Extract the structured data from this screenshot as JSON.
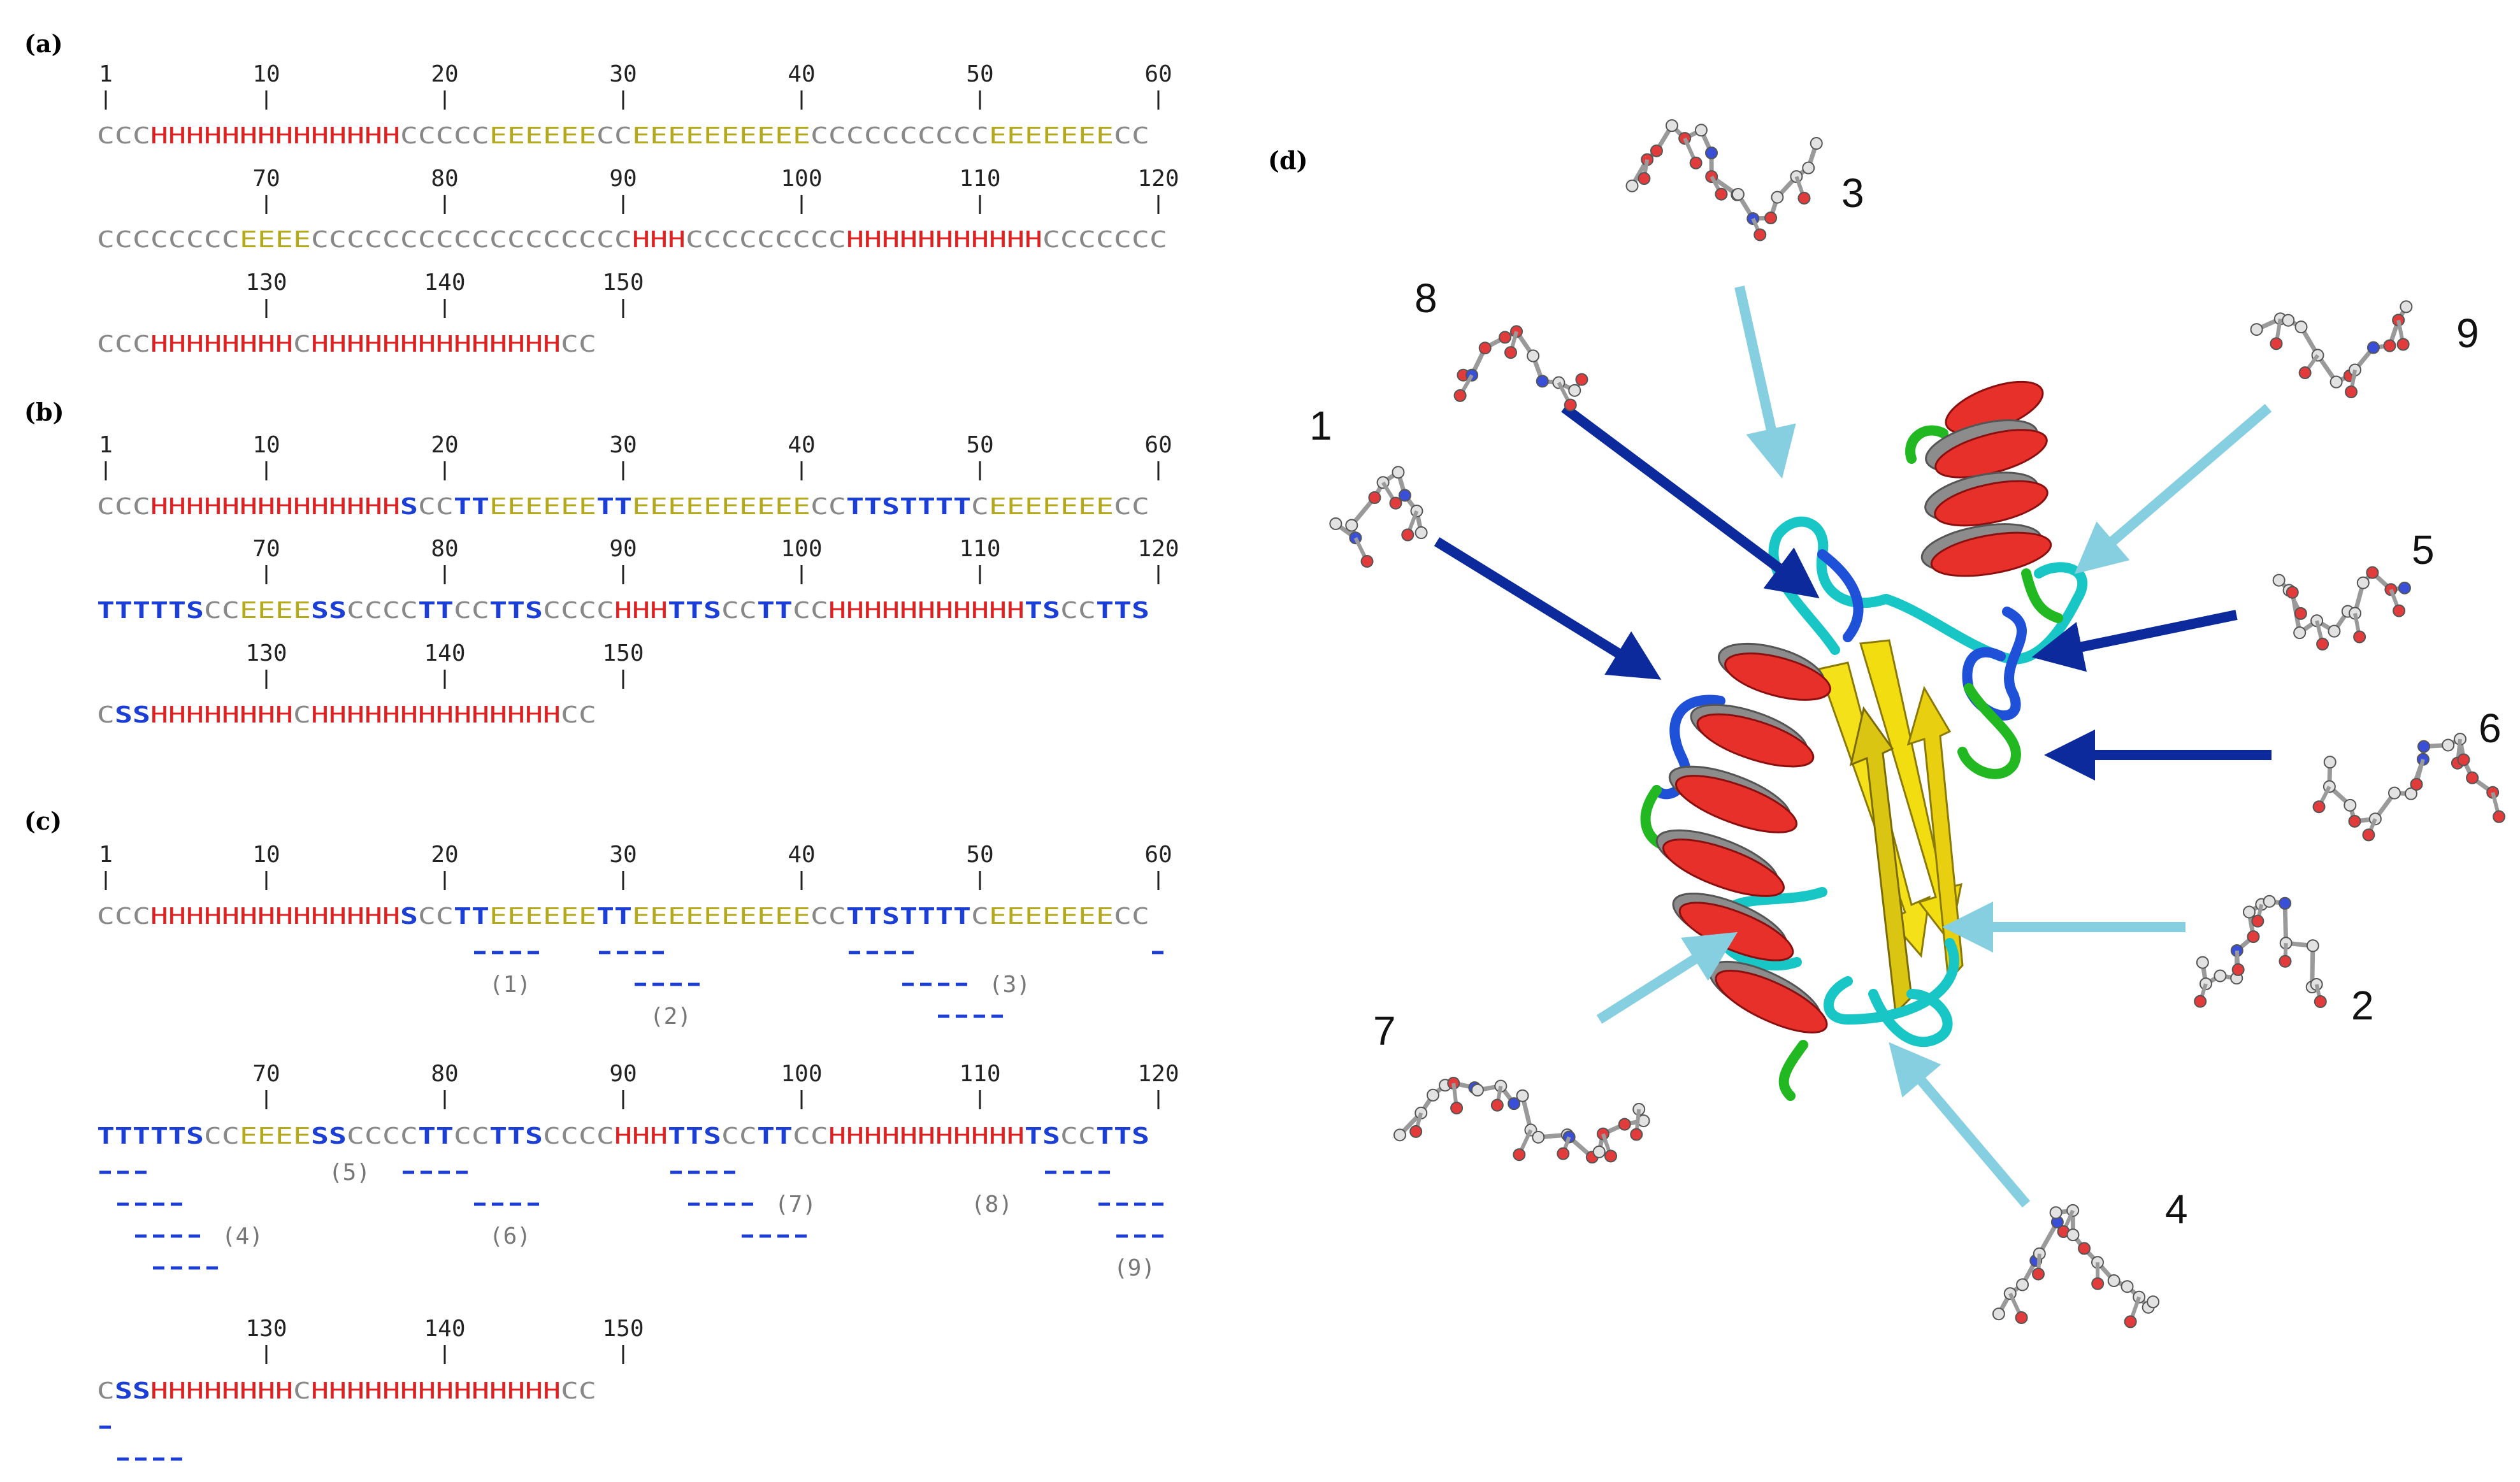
{
  "panel_labels": {
    "a": "(a)",
    "b": "(b)",
    "c": "(c)",
    "d": "(d)"
  },
  "colors": {
    "coil": "#888888",
    "helix": "#e02020",
    "strand": "#b4a81c",
    "turn_bend": "#1a3ed6",
    "fragment": "#1a3ed6",
    "arrow_dark": "#0c2a9c",
    "arrow_light": "#86cfe0"
  },
  "panel_a": {
    "rows": [
      {
        "ticks": [
          {
            "pos": 1,
            "label": "1"
          },
          {
            "pos": 10,
            "label": "10"
          },
          {
            "pos": 20,
            "label": "20"
          },
          {
            "pos": 30,
            "label": "30"
          },
          {
            "pos": 40,
            "label": "40"
          },
          {
            "pos": 50,
            "label": "50"
          },
          {
            "pos": 60,
            "label": "60"
          }
        ],
        "sequence": "CCCHHHHHHHHHHHHHHCCCCCEEEEEECCEEEEEEEEEECCCCCCCCCCEEEEEEECC"
      },
      {
        "ticks": [
          {
            "pos": 10,
            "label": "70"
          },
          {
            "pos": 20,
            "label": "80"
          },
          {
            "pos": 30,
            "label": "90"
          },
          {
            "pos": 40,
            "label": "100"
          },
          {
            "pos": 50,
            "label": "110"
          },
          {
            "pos": 60,
            "label": "120"
          }
        ],
        "sequence": "CCCCCCCCEEEECCCCCCCCCCCCCCCCCCHHHCCCCCCCCCHHHHHHHHHHHCCCCCCC"
      },
      {
        "ticks": [
          {
            "pos": 10,
            "label": "130"
          },
          {
            "pos": 20,
            "label": "140"
          },
          {
            "pos": 30,
            "label": "150"
          }
        ],
        "sequence": "CCCHHHHHHHHCHHHHHHHHHHHHHHCC"
      }
    ]
  },
  "panel_b": {
    "rows": [
      {
        "ticks": [
          {
            "pos": 1,
            "label": "1"
          },
          {
            "pos": 10,
            "label": "10"
          },
          {
            "pos": 20,
            "label": "20"
          },
          {
            "pos": 30,
            "label": "30"
          },
          {
            "pos": 40,
            "label": "40"
          },
          {
            "pos": 50,
            "label": "50"
          },
          {
            "pos": 60,
            "label": "60"
          }
        ],
        "sequence": "CCCHHHHHHHHHHHHHHSCCTTEEEEEETTEEEEEEEEEECCTTSTTTTCEEEEEEECC"
      },
      {
        "ticks": [
          {
            "pos": 10,
            "label": "70"
          },
          {
            "pos": 20,
            "label": "80"
          },
          {
            "pos": 30,
            "label": "90"
          },
          {
            "pos": 40,
            "label": "100"
          },
          {
            "pos": 50,
            "label": "110"
          },
          {
            "pos": 60,
            "label": "120"
          }
        ],
        "sequence": "TTTTTSCCEEEESSCCCCTTCCTTSCCCCHHHTTSCCTTCCHHHHHHHHHHHTSCCTTS"
      },
      {
        "ticks": [
          {
            "pos": 10,
            "label": "130"
          },
          {
            "pos": 20,
            "label": "140"
          },
          {
            "pos": 30,
            "label": "150"
          }
        ],
        "sequence": "CSSHHHHHHHHCHHHHHHHHHHHHHHCC"
      }
    ]
  },
  "panel_c": {
    "rows": [
      {
        "ticks": [
          {
            "pos": 1,
            "label": "1"
          },
          {
            "pos": 10,
            "label": "10"
          },
          {
            "pos": 20,
            "label": "20"
          },
          {
            "pos": 30,
            "label": "30"
          },
          {
            "pos": 40,
            "label": "40"
          },
          {
            "pos": 50,
            "label": "50"
          },
          {
            "pos": 60,
            "label": "60"
          }
        ],
        "sequence": "CCCHHHHHHHHHHHHHHSCCTTEEEEEETTEEEEEEEEEECCTTSTTTTCEEEEEEECC",
        "fragments": [
          {
            "start": 22,
            "len": 4,
            "line": 0
          },
          {
            "start": 29,
            "len": 4,
            "line": 0
          },
          {
            "start": 31,
            "len": 4,
            "line": 1
          },
          {
            "start": 43,
            "len": 4,
            "line": 0
          },
          {
            "start": 46,
            "len": 4,
            "line": 1
          },
          {
            "start": 48,
            "len": 4,
            "line": 2
          },
          {
            "start": 60,
            "len": 1,
            "line": 0
          }
        ],
        "labels": [
          {
            "text": "(1)",
            "col": 23,
            "line": 1
          },
          {
            "text": "(2)",
            "col": 32,
            "line": 2
          },
          {
            "text": "(3)",
            "col": 51,
            "line": 1
          }
        ]
      },
      {
        "ticks": [
          {
            "pos": 10,
            "label": "70"
          },
          {
            "pos": 20,
            "label": "80"
          },
          {
            "pos": 30,
            "label": "90"
          },
          {
            "pos": 40,
            "label": "100"
          },
          {
            "pos": 50,
            "label": "110"
          },
          {
            "pos": 60,
            "label": "120"
          }
        ],
        "sequence": "TTTTTSCCEEEESSCCCCTTCCTTSCCCCHHHTTSCCTTCCHHHHHHHHHHHTSCCTTS",
        "fragments": [
          {
            "start": 1,
            "len": 3,
            "line": 0
          },
          {
            "start": 2,
            "len": 4,
            "line": 1
          },
          {
            "start": 3,
            "len": 4,
            "line": 2
          },
          {
            "start": 4,
            "len": 4,
            "line": 3
          },
          {
            "start": 18,
            "len": 4,
            "line": 0
          },
          {
            "start": 22,
            "len": 4,
            "line": 1
          },
          {
            "start": 33,
            "len": 4,
            "line": 0
          },
          {
            "start": 34,
            "len": 4,
            "line": 1
          },
          {
            "start": 37,
            "len": 4,
            "line": 2
          },
          {
            "start": 54,
            "len": 4,
            "line": 0
          },
          {
            "start": 57,
            "len": 4,
            "line": 1
          },
          {
            "start": 58,
            "len": 3,
            "line": 2
          }
        ],
        "labels": [
          {
            "text": "(5)",
            "col": 14,
            "line": 0
          },
          {
            "text": "(4)",
            "col": 8,
            "line": 2
          },
          {
            "text": "(6)",
            "col": 23,
            "line": 2
          },
          {
            "text": "(7)",
            "col": 39,
            "line": 1
          },
          {
            "text": "(8)",
            "col": 50,
            "line": 1
          },
          {
            "text": "(9)",
            "col": 58,
            "line": 3
          }
        ]
      },
      {
        "ticks": [
          {
            "pos": 10,
            "label": "130"
          },
          {
            "pos": 20,
            "label": "140"
          },
          {
            "pos": 30,
            "label": "150"
          }
        ],
        "sequence": "CSSHHHHHHHHCHHHHHHHHHHHHHHCC",
        "fragments": [
          {
            "start": 1,
            "len": 1,
            "line": 0
          },
          {
            "start": 2,
            "len": 4,
            "line": 1
          }
        ],
        "labels": []
      }
    ]
  },
  "panel_d": {
    "fragment_numbers": [
      "1",
      "2",
      "3",
      "4",
      "5",
      "6",
      "7",
      "8",
      "9"
    ]
  }
}
